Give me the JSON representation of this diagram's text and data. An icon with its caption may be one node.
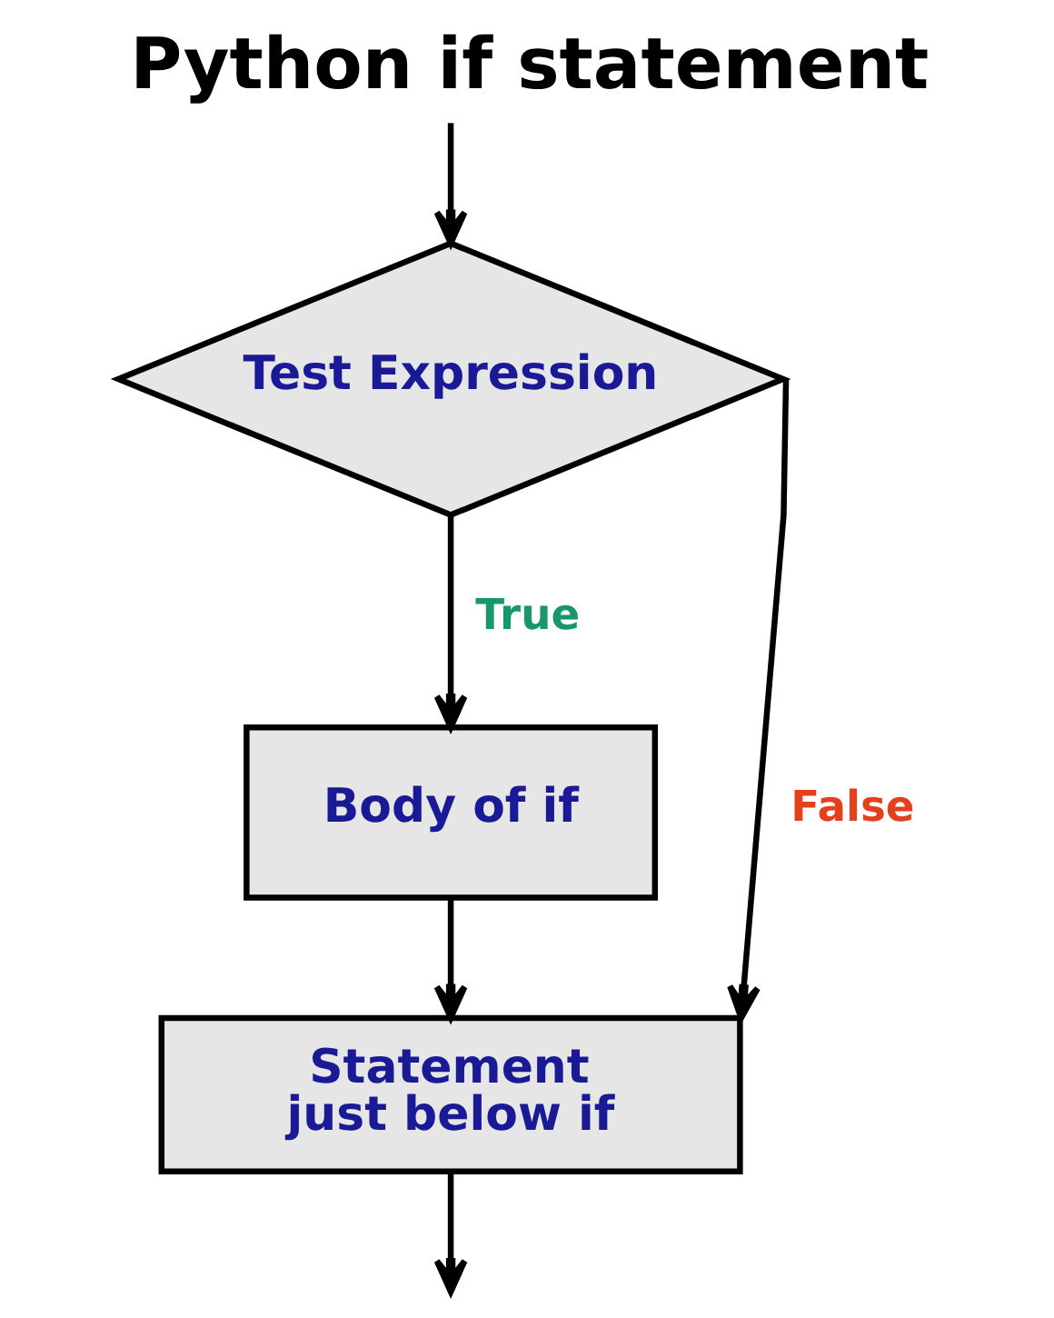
{
  "diagram": {
    "title": "Python if statement",
    "nodes": [
      {
        "text": [
          "Test Expression"
        ]
      },
      {
        "text": [
          "Body of if"
        ]
      },
      {
        "text": [
          "Statement just below if"
        ]
      }
    ],
    "edges": [
      {
        "from": null,
        "to": 0,
        "arrow": "to"
      },
      {
        "from": 0,
        "to": 1,
        "arrow": "to",
        "label": "True"
      },
      {
        "from": 0,
        "to": 2,
        "arrow": "to",
        "label": "False"
      },
      {
        "from": 1,
        "to": 2,
        "arrow": "to"
      },
      {
        "from": 2,
        "to": null,
        "arrow": "to"
      }
    ]
  }
}
